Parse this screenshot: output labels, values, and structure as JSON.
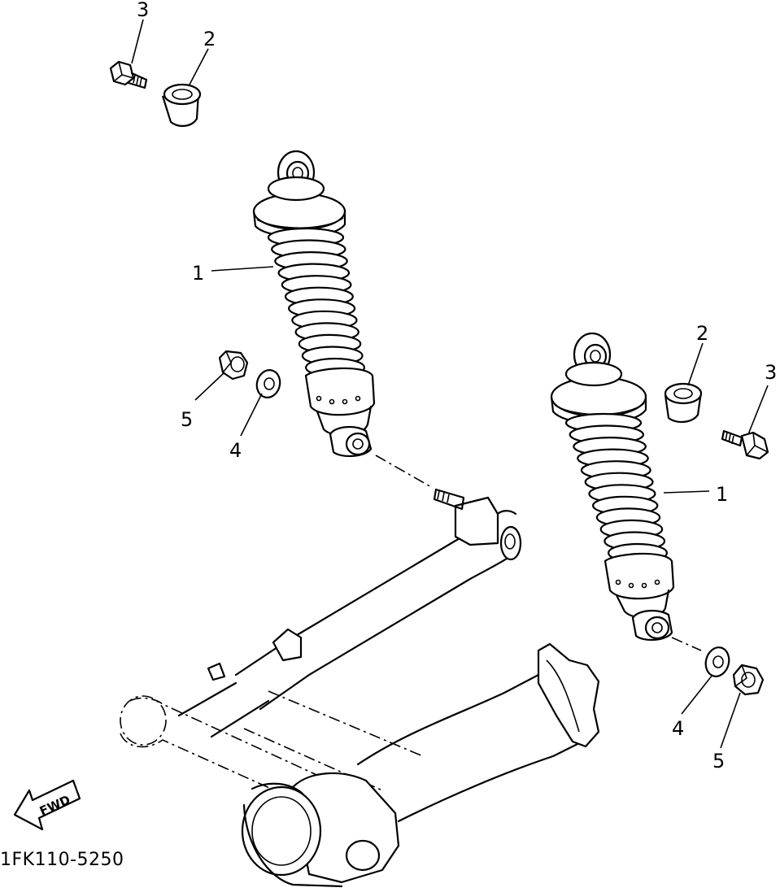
{
  "diagram": {
    "code": "1FK110-5250",
    "fwd_label": "FWD",
    "callouts": {
      "left_shock": "1",
      "left_collar": "2",
      "left_bolt": "3",
      "left_washer": "4",
      "left_nut": "5",
      "right_shock": "1",
      "right_collar": "2",
      "right_bolt": "3",
      "right_washer": "4",
      "right_nut": "5"
    }
  },
  "colors": {
    "line": "#000000",
    "background": "#ffffff"
  }
}
